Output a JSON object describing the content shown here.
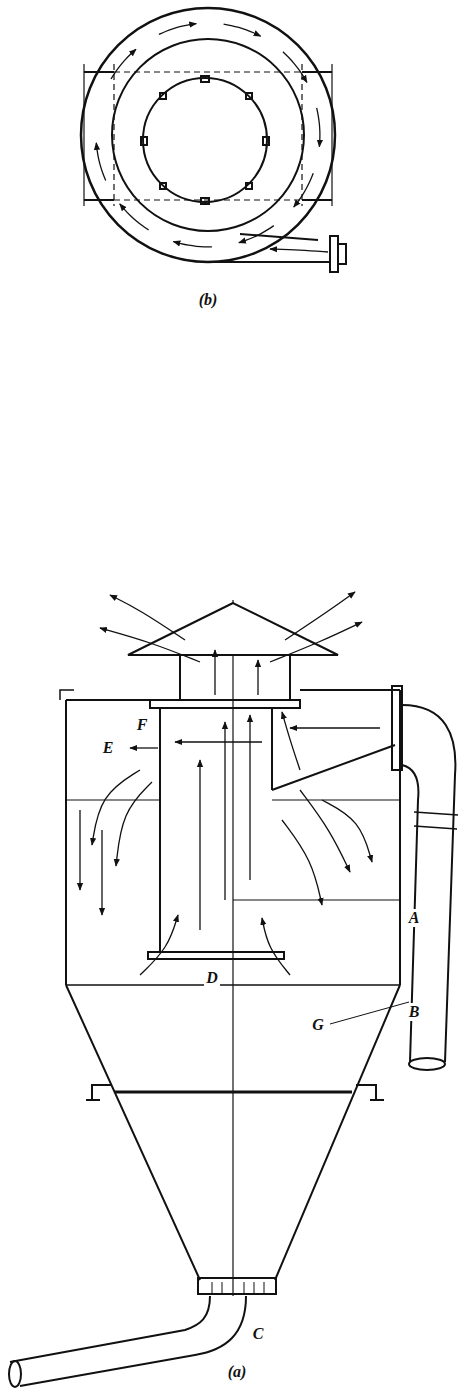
{
  "diagram": {
    "labels": [
      "(b)",
      "F",
      "E",
      "D",
      "G",
      "A",
      "B",
      "C",
      "(a)"
    ]
  }
}
